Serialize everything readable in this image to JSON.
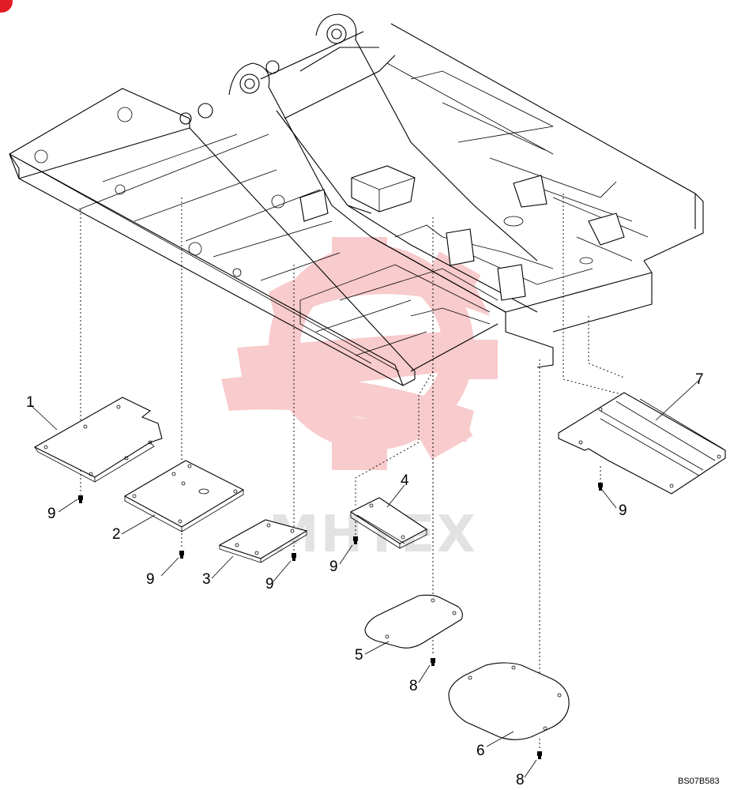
{
  "callouts": {
    "c1": "1",
    "c2": "2",
    "c3": "3",
    "c4": "4",
    "c5": "5",
    "c6": "6",
    "c7": "7",
    "c9_a": "9",
    "c9_b": "9",
    "c9_c": "9",
    "c9_d": "9",
    "c9_e": "9",
    "c8_a": "8",
    "c8_b": "8"
  },
  "drawing_code": "BS07B583",
  "watermark_text": "MHTEX",
  "colors": {
    "line": "#000000",
    "watermark_red": "#e8474a",
    "corner_mark": "#e21c25"
  }
}
